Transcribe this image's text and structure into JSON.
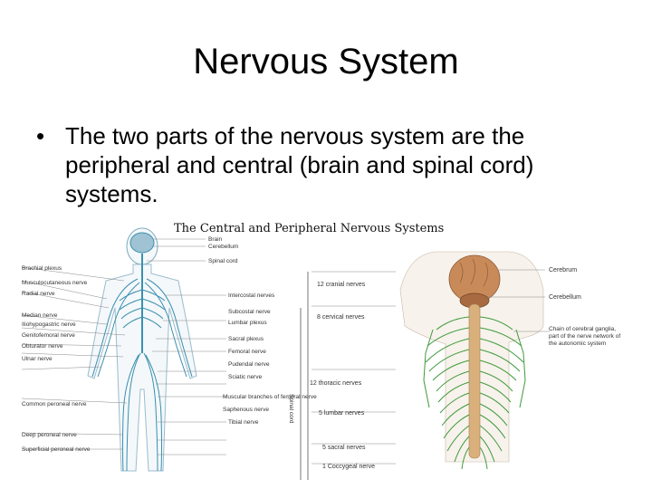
{
  "slide": {
    "title": "Nervous System",
    "bullet": "The two parts of the nervous system are the peripheral and central (brain and spinal cord) systems.",
    "bullet_symbol": "•"
  },
  "figure": {
    "title": "The Central and Peripheral Nervous Systems",
    "left_labels_right": [
      "Brain",
      "Cerebellum",
      "Spinal cord",
      "Intercostal nerves",
      "Subcostal nerve",
      "Lumbar plexus",
      "Sacral plexus",
      "Femoral nerve",
      "Pudendal nerve",
      "Sciatic nerve",
      "Muscular branches of femoral nerve",
      "Saphenous nerve",
      "Tibial nerve"
    ],
    "left_labels_left": [
      "Brachial plexus",
      "Musculocutaneous nerve",
      "Radial nerve",
      "Median nerve",
      "Iliohypogastric nerve",
      "Genitofemoral nerve",
      "Obturator nerve",
      "Ulnar nerve",
      "Common peroneal nerve",
      "Deep peroneal nerve",
      "Superficial peroneal nerve"
    ],
    "middle_labels": [
      "12 cranial nerves",
      "8 cervical nerves",
      "12 thoracic nerves",
      "5 lumbar nerves",
      "5 sacral nerves",
      "1 Coccygeal nerve"
    ],
    "side_label": "Spinal cord",
    "right_labels": [
      "Cerebrum",
      "Cerebellum",
      "Chain of cerebral ganglia, part of the nerve network of the autonomic system"
    ],
    "colors": {
      "nerve_blue": "#3a8fb0",
      "nerve_green": "#3f9a3a",
      "brain": "#c98a5a",
      "cord": "#d9b07c"
    }
  }
}
